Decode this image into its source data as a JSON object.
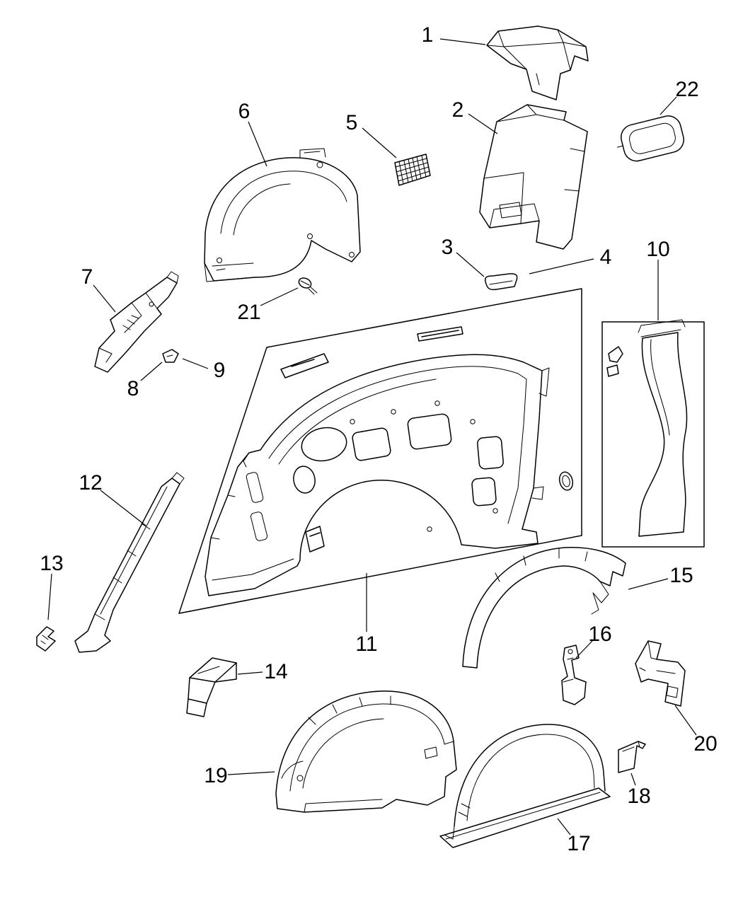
{
  "diagram": {
    "background_color": "#ffffff",
    "line_color": "#000000",
    "callouts": [
      {
        "label": "1"
      },
      {
        "label": "2"
      },
      {
        "label": "3"
      },
      {
        "label": "4"
      },
      {
        "label": "5"
      },
      {
        "label": "6"
      },
      {
        "label": "7"
      },
      {
        "label": "8"
      },
      {
        "label": "9"
      },
      {
        "label": "10"
      },
      {
        "label": "11"
      },
      {
        "label": "12"
      },
      {
        "label": "13"
      },
      {
        "label": "14"
      },
      {
        "label": "15"
      },
      {
        "label": "16"
      },
      {
        "label": "17"
      },
      {
        "label": "18"
      },
      {
        "label": "19"
      },
      {
        "label": "20"
      },
      {
        "label": "21"
      },
      {
        "label": "22"
      }
    ]
  }
}
